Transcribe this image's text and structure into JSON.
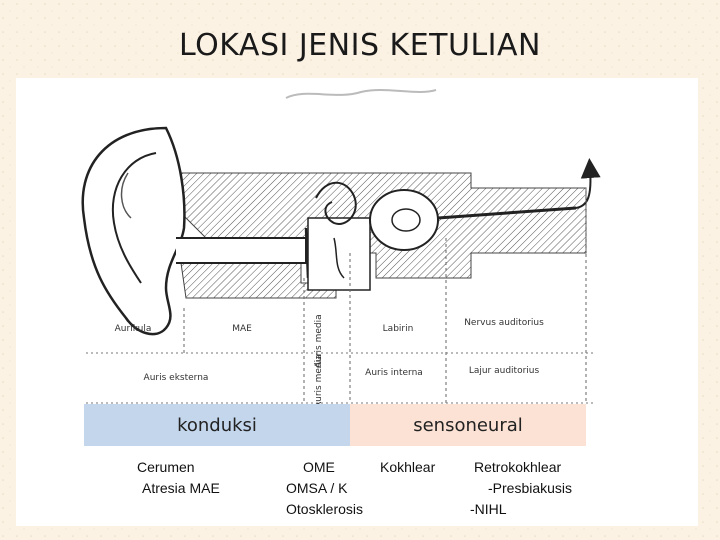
{
  "title": "LOKASI JENIS KETULIAN",
  "diagram_labels": {
    "aurikula": "Aurikula",
    "mae": "MAE",
    "auris_media": "Auris media",
    "labirin": "Labirin",
    "nervus_auditorius": "Nervus auditorius",
    "auris_eksterna": "Auris eksterna",
    "auris_interna": "Auris interna",
    "lajur_auditorius": "Lajur auditorius"
  },
  "bands": {
    "konduksi": "konduksi",
    "sensoneural": "sensoneural"
  },
  "notes": {
    "col1": [
      "Cerumen",
      "Atresia  MAE"
    ],
    "col2": [
      "OME",
      "OMSA / K",
      "Otosklerosis"
    ],
    "col3": [
      "Kokhlear"
    ],
    "col4": [
      "Retrokokhlear",
      "-Presbiakusis",
      "-NIHL"
    ]
  },
  "colors": {
    "konduksi_band": "#c4d6ec",
    "sensoneural_band": "#fbe2d4",
    "slide_background": "#fbf2e4"
  }
}
